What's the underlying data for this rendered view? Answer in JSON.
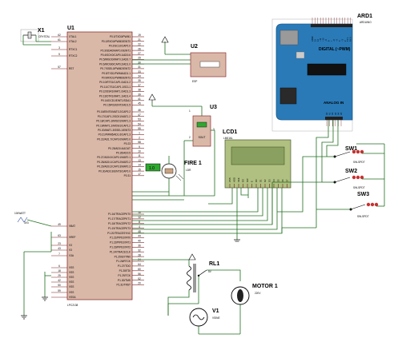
{
  "colors": {
    "chip_fill": "#dab8a8",
    "chip_border": "#8a3030",
    "arduino_blue": "#2a7ab8",
    "arduino_dark": "#1c5a8c",
    "lcd_green": "#b0c080",
    "lcd_screen": "#8aa060",
    "wire_green": "#1f6e1f",
    "switch_red": "#c83030",
    "indicator_green": "#2fa82f"
  },
  "components": {
    "crystal": {
      "ref": "X1",
      "value": "CRYSTAL"
    },
    "mcu": {
      "ref": "U1",
      "part": "LPC2138",
      "left_pins": [
        "XTAL1",
        "XTAL2",
        "RTXC1",
        "RTXC2",
        "RST",
        "VBAT",
        "VREF",
        "V3",
        "V3",
        "V3A",
        "VSS",
        "VSS",
        "VSS",
        "VSS",
        "VSS",
        "VSS",
        "VSSA"
      ],
      "left_pin_numbers": [
        "62",
        "61",
        "3",
        "5",
        "57",
        "49",
        "63",
        "23",
        "43",
        "7",
        "6",
        "18",
        "25",
        "42",
        "50",
        "59"
      ],
      "right_pins_top": [
        "P0.0/TXD0/PWM1",
        "P0.1/RXD0/PWM3/EINT0",
        "P0.2/SCL0/CAP0.0",
        "P0.3/SDA0/MAT0.0/EINT1",
        "P0.4/SCK0/CAP0.1/AD0.6",
        "P0.5/MISO0/MAT0.1/AD0.7",
        "P0.6/MOSI0/CAP0.2/AD1.0",
        "P0.7/SSEL0/PWM2/EINT2",
        "P0.8/TXD1/PWM4/AD1.1",
        "P0.9/RXD1/PWM6/EINT3",
        "P0.10/RTS1/CAP1.0/AD1.2",
        "P0.11/CTS1/CAP1.1/SCL1",
        "P0.12/DSR1/MAT1.0/AD1.3",
        "P0.13/DTR1/MAT1.1/AD1.4",
        "P0.14/DCD1/EINT1/SDA1",
        "P0.15/RI1/EINT2/AD1.5"
      ],
      "right_pins_mid": [
        "P0.16/EINT0/MAT0.2/CAP0.2",
        "P0.17/CAP1.2/SCK1/MAT1.2",
        "P0.18/CAP1.3/MISO1/MAT1.3",
        "P0.19/MAT1.2/MOSI1/CAP1.2",
        "P0.20/MAT1.3/SSEL1/EINT3",
        "P0.21/PWM5/AD1.6/CAP1.3",
        "P0.22/AD1.7/CAP0.0/MAT0.0",
        "P0.23",
        "P0.25/AD0.4/AOUT",
        "P0.26/AD0.5",
        "P0.27/AD0.0/CAP0.1/MAT0.1",
        "P0.28/AD0.1/CAP0.2/MAT0.2",
        "P0.29/AD0.2/CAP0.3/MAT0.3",
        "P0.30/AD0.3/EINT3/CAP0.0",
        "P0.31"
      ],
      "right_pins_low": [
        "P1.16/TRACEPKT0",
        "P1.17/TRACEPKT1",
        "P1.18/TRACEPKT2",
        "P1.19/TRACEPKT3",
        "P1.20/TRACESYNC",
        "P1.21/PIPESTAT0",
        "P1.22/PIPESTAT1",
        "P1.23/PIPESTAT2",
        "P1.24/TRACECLK",
        "P1.25/EXTIN0",
        "P1.26/RTCK",
        "P1.27/TDO",
        "P1.28/TDI",
        "P1.29/TCK",
        "P1.30/TMS",
        "P1.31/TRST"
      ],
      "right_pin_numbers": [
        "19",
        "21",
        "22",
        "26",
        "27",
        "29",
        "30",
        "31",
        "33",
        "34",
        "35",
        "37",
        "38",
        "39",
        "41",
        "45",
        "46",
        "47",
        "53",
        "54",
        "55",
        "1",
        "2",
        "58",
        "9",
        "10",
        "11",
        "13",
        "14",
        "15",
        "17",
        "16",
        "12",
        "8",
        "4",
        "48",
        "44",
        "40",
        "36",
        "32",
        "28",
        "24",
        "64",
        "60",
        "56",
        "52",
        "20"
      ]
    },
    "esp": {
      "ref": "U2",
      "part": "ESP"
    },
    "fire_sensor": {
      "ref": "U3",
      "pin_label": "SOUT",
      "pins": [
        "1",
        "2",
        "3"
      ]
    },
    "ldr": {
      "ref": "FIRE 1",
      "part": "LDR",
      "display": "1.0"
    },
    "lcd": {
      "ref": "LCD1",
      "part": "LM016L",
      "pins": [
        "VSS",
        "VDD",
        "VEE",
        "RS",
        "RW",
        "E",
        "D0",
        "D1",
        "D2",
        "D3",
        "D4",
        "D5",
        "D6",
        "D7"
      ]
    },
    "arduino": {
      "ref": "ARD1",
      "part": "ARDUINO",
      "digital_label": "DIGITAL (~PWM)",
      "analog_label": "ANALOG IN",
      "top_pins": [
        "AREF",
        "13",
        "12",
        "~11",
        "~10",
        "~9",
        "8",
        "7",
        "~6",
        "~5",
        "4",
        "~3",
        "2",
        "TX 1",
        "RX 0"
      ],
      "bottom_pins": [
        "A0",
        "A1",
        "A2",
        "A3",
        "A4",
        "A5"
      ]
    },
    "switches": [
      {
        "ref": "SW1",
        "part": "SW-SPDT"
      },
      {
        "ref": "SW2",
        "part": "SW-SPDT"
      },
      {
        "ref": "SW3",
        "part": "SW-SPDT"
      }
    ],
    "relay": {
      "ref": "RL1",
      "value": "5V"
    },
    "motor": {
      "ref": "MOTOR 1",
      "value": "220V"
    },
    "source": {
      "ref": "V1",
      "value": "VSINE"
    },
    "vbat": {
      "label": "100WATT",
      "value": "3V3"
    }
  }
}
